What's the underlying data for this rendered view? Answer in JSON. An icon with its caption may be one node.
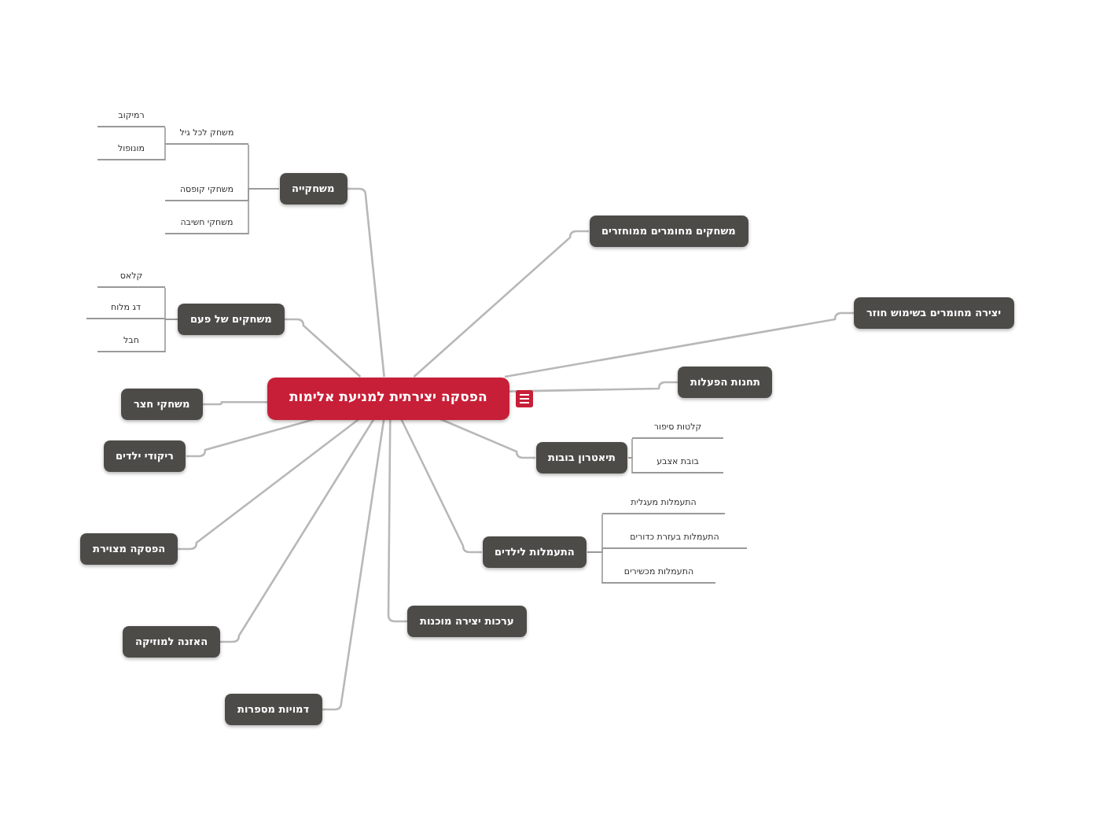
{
  "diagram": {
    "nodes": [
      {
        "text": [
          "הפסקה יצירתית למניעת אלימות"
        ]
      },
      {
        "text": [
          "משחקייה"
        ]
      },
      {
        "text": [
          "משחק לכל גיל"
        ]
      },
      {
        "text": [
          "רמיקוב"
        ]
      },
      {
        "text": [
          "מונופול"
        ]
      },
      {
        "text": [
          "משחקי קופסה"
        ]
      },
      {
        "text": [
          "משחקי חשיבה"
        ]
      },
      {
        "text": [
          "משחקים של פעם"
        ]
      },
      {
        "text": [
          "קלאס"
        ]
      },
      {
        "text": [
          "דג מלוח"
        ]
      },
      {
        "text": [
          "חבל"
        ]
      },
      {
        "text": [
          "משחקי חצר"
        ]
      },
      {
        "text": [
          "ריקודי ילדים"
        ]
      },
      {
        "text": [
          "הפסקה מצוירת"
        ]
      },
      {
        "text": [
          "האזנה למוזיקה"
        ]
      },
      {
        "text": [
          "דמויות מספרות"
        ]
      },
      {
        "text": [
          "ערכות יצירה מוכנות"
        ]
      },
      {
        "text": [
          "התעמלות לילדים"
        ]
      },
      {
        "text": [
          "התעמלות מעגלית"
        ]
      },
      {
        "text": [
          "התעמלות בעזרת כדורים"
        ]
      },
      {
        "text": [
          "התעמלות מכשירים"
        ]
      },
      {
        "text": [
          "תיאטרון בובות"
        ]
      },
      {
        "text": [
          "קלטות סיפור"
        ]
      },
      {
        "text": [
          "בובת אצבע"
        ]
      },
      {
        "text": [
          "תחנות הפעלות"
        ]
      },
      {
        "text": [
          "יצירה מחומרים בשימוש חוזר"
        ]
      },
      {
        "text": [
          "משחקים מחומרים ממוחזרים"
        ]
      }
    ],
    "edges": [
      {
        "from": 0,
        "to": 1,
        "arrow": "none"
      },
      {
        "from": 0,
        "to": 7,
        "arrow": "none"
      },
      {
        "from": 0,
        "to": 11,
        "arrow": "none"
      },
      {
        "from": 0,
        "to": 12,
        "arrow": "none"
      },
      {
        "from": 0,
        "to": 13,
        "arrow": "none"
      },
      {
        "from": 0,
        "to": 14,
        "arrow": "none"
      },
      {
        "from": 0,
        "to": 15,
        "arrow": "none"
      },
      {
        "from": 0,
        "to": 16,
        "arrow": "none"
      },
      {
        "from": 0,
        "to": 17,
        "arrow": "none"
      },
      {
        "from": 0,
        "to": 21,
        "arrow": "none"
      },
      {
        "from": 0,
        "to": 24,
        "arrow": "none"
      },
      {
        "from": 0,
        "to": 25,
        "arrow": "none"
      },
      {
        "from": 0,
        "to": 26,
        "arrow": "none"
      },
      {
        "from": 1,
        "to": 2,
        "arrow": "none"
      },
      {
        "from": 1,
        "to": 5,
        "arrow": "none"
      },
      {
        "from": 1,
        "to": 6,
        "arrow": "none"
      },
      {
        "from": 2,
        "to": 3,
        "arrow": "none"
      },
      {
        "from": 2,
        "to": 4,
        "arrow": "none"
      },
      {
        "from": 7,
        "to": 8,
        "arrow": "none"
      },
      {
        "from": 7,
        "to": 9,
        "arrow": "none"
      },
      {
        "from": 7,
        "to": 10,
        "arrow": "none"
      },
      {
        "from": 17,
        "to": 18,
        "arrow": "none"
      },
      {
        "from": 17,
        "to": 19,
        "arrow": "none"
      },
      {
        "from": 17,
        "to": 20,
        "arrow": "none"
      },
      {
        "from": 21,
        "to": 22,
        "arrow": "none"
      },
      {
        "from": 21,
        "to": 23,
        "arrow": "none"
      }
    ]
  }
}
